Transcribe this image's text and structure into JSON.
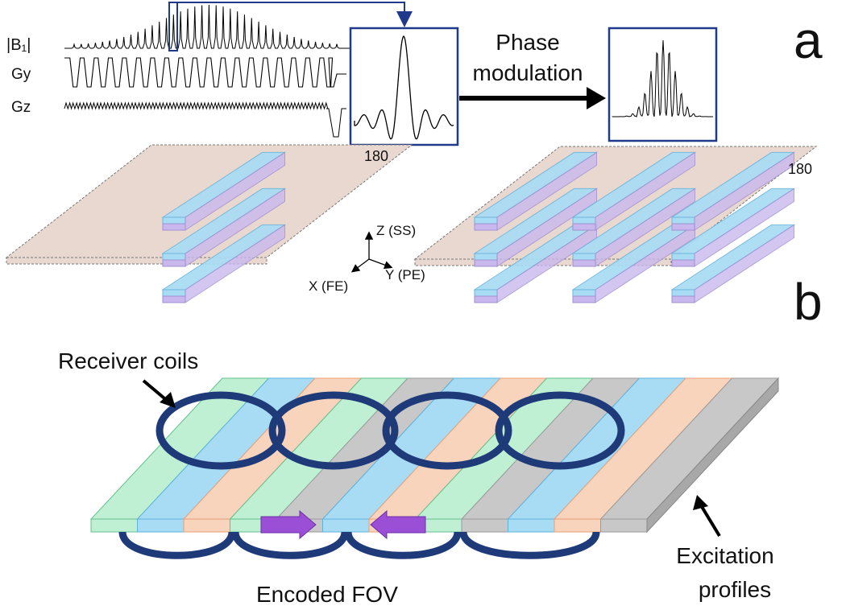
{
  "panel_a": {
    "letter": "a",
    "label_b1": "|B₁|",
    "label_gy": "Gy",
    "label_gz": "Gz",
    "arrow_text_line1": "Phase",
    "arrow_text_line2": "modulation",
    "angle_left": "180",
    "angle_right": "180",
    "axis_z": "Z (SS)",
    "axis_y": "Y (PE)",
    "axis_x": "X (FE)"
  },
  "panel_b": {
    "letter": "b",
    "receiver_label": "Receiver coils",
    "fov_label": "Encoded FOV",
    "excitation_line1": "Excitation",
    "excitation_line2": "profiles"
  },
  "colors": {
    "plate": "#e8d8d0",
    "slab_top": "#a8dcf4",
    "slab_side": "#c9b8ee",
    "coil": "#1f3a78",
    "fov_arrow": "#9b4fd6",
    "frame": "#1f3a8a",
    "stripe_green": "#bff0d4",
    "stripe_blue": "#a8dcf4",
    "stripe_orange": "#f8d4bc",
    "stripe_gray": "#c8c8c8"
  }
}
